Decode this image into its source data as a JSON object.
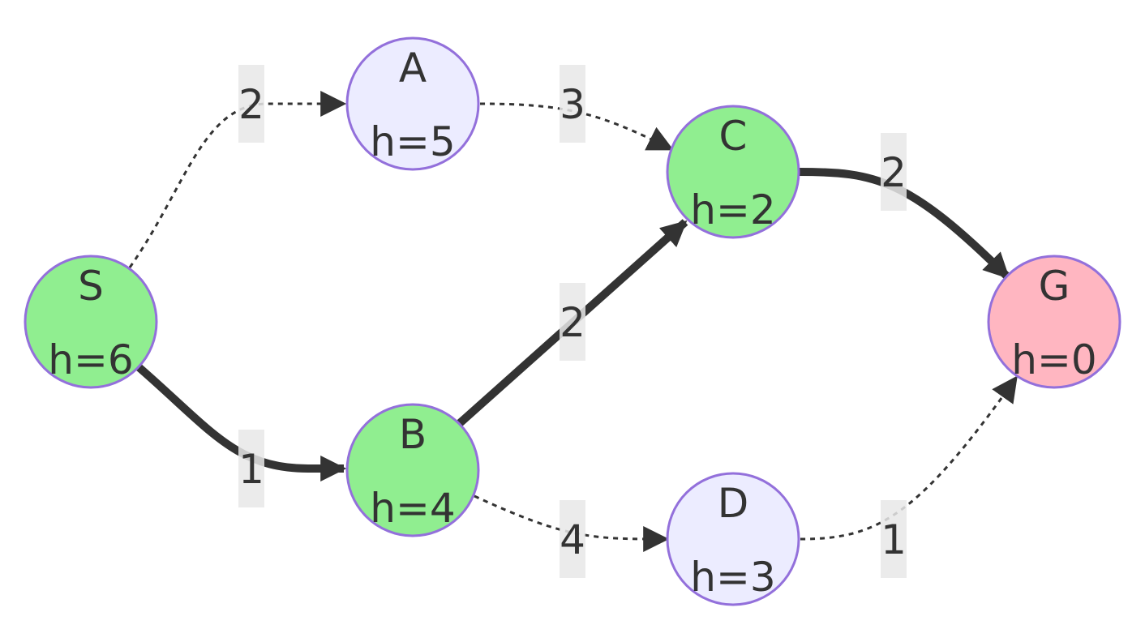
{
  "colors": {
    "node_stroke": "#9370DB",
    "path_fill": "#90EE90",
    "default_fill": "#ECECFF",
    "goal_fill": "#FFB6C1",
    "edge": "#333333",
    "label_bg": "#E8E8E8"
  },
  "nodes": [
    {
      "id": "S",
      "label": "S",
      "h": "h=6",
      "kind": "path"
    },
    {
      "id": "A",
      "label": "A",
      "h": "h=5",
      "kind": "default"
    },
    {
      "id": "B",
      "label": "B",
      "h": "h=4",
      "kind": "path"
    },
    {
      "id": "C",
      "label": "C",
      "h": "h=2",
      "kind": "path"
    },
    {
      "id": "D",
      "label": "D",
      "h": "h=3",
      "kind": "default"
    },
    {
      "id": "G",
      "label": "G",
      "h": "h=0",
      "kind": "goal"
    }
  ],
  "edges": [
    {
      "from": "S",
      "to": "A",
      "weight": "2",
      "style": "dotted"
    },
    {
      "from": "A",
      "to": "C",
      "weight": "3",
      "style": "dotted"
    },
    {
      "from": "C",
      "to": "G",
      "weight": "2",
      "style": "thick"
    },
    {
      "from": "S",
      "to": "B",
      "weight": "1",
      "style": "thick"
    },
    {
      "from": "B",
      "to": "C",
      "weight": "2",
      "style": "thick"
    },
    {
      "from": "B",
      "to": "D",
      "weight": "4",
      "style": "dotted"
    },
    {
      "from": "D",
      "to": "G",
      "weight": "1",
      "style": "dotted"
    }
  ]
}
